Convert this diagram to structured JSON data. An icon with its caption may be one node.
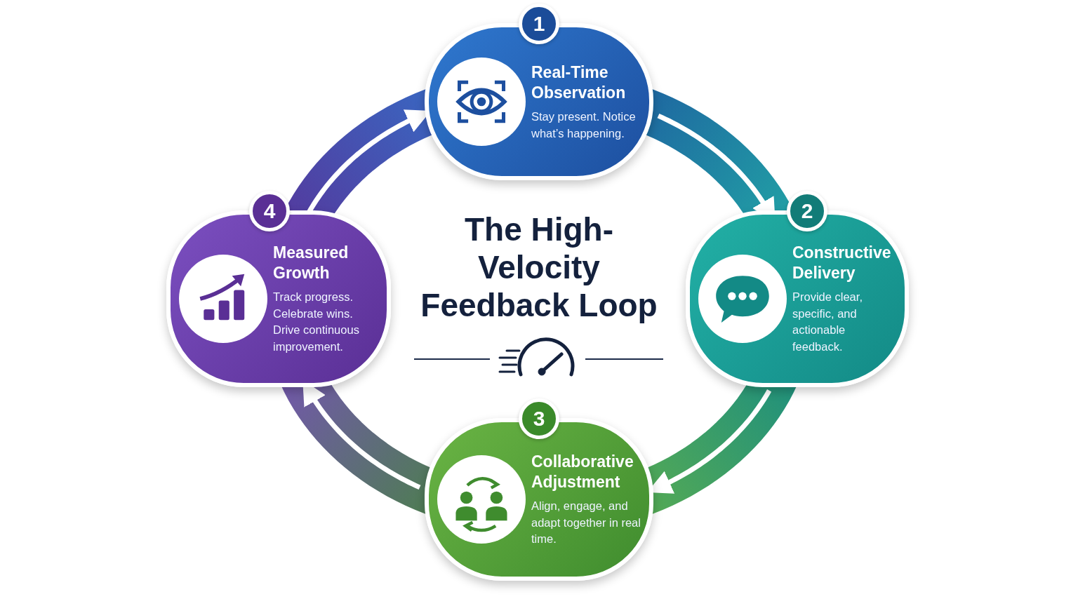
{
  "diagram": {
    "title": "The High-Velocity Feedback Loop",
    "nodes": [
      {
        "text": [
          "1",
          "Real-Time Observation",
          "Stay present. Notice what’s happening."
        ]
      },
      {
        "text": [
          "2",
          "Constructive Delivery",
          "Provide clear, specific, and actionable feedback."
        ]
      },
      {
        "text": [
          "3",
          "Collaborative Adjustment",
          "Align, engage, and adapt together in real time."
        ]
      },
      {
        "text": [
          "4",
          "Measured Growth",
          "Track progress. Celebrate wins. Drive continuous improvement."
        ]
      }
    ],
    "edges": [
      {
        "from": 0,
        "to": 1,
        "arrow": "to"
      },
      {
        "from": 1,
        "to": 2,
        "arrow": "to"
      },
      {
        "from": 2,
        "to": 3,
        "arrow": "to"
      },
      {
        "from": 3,
        "to": 0,
        "arrow": "to"
      }
    ]
  }
}
